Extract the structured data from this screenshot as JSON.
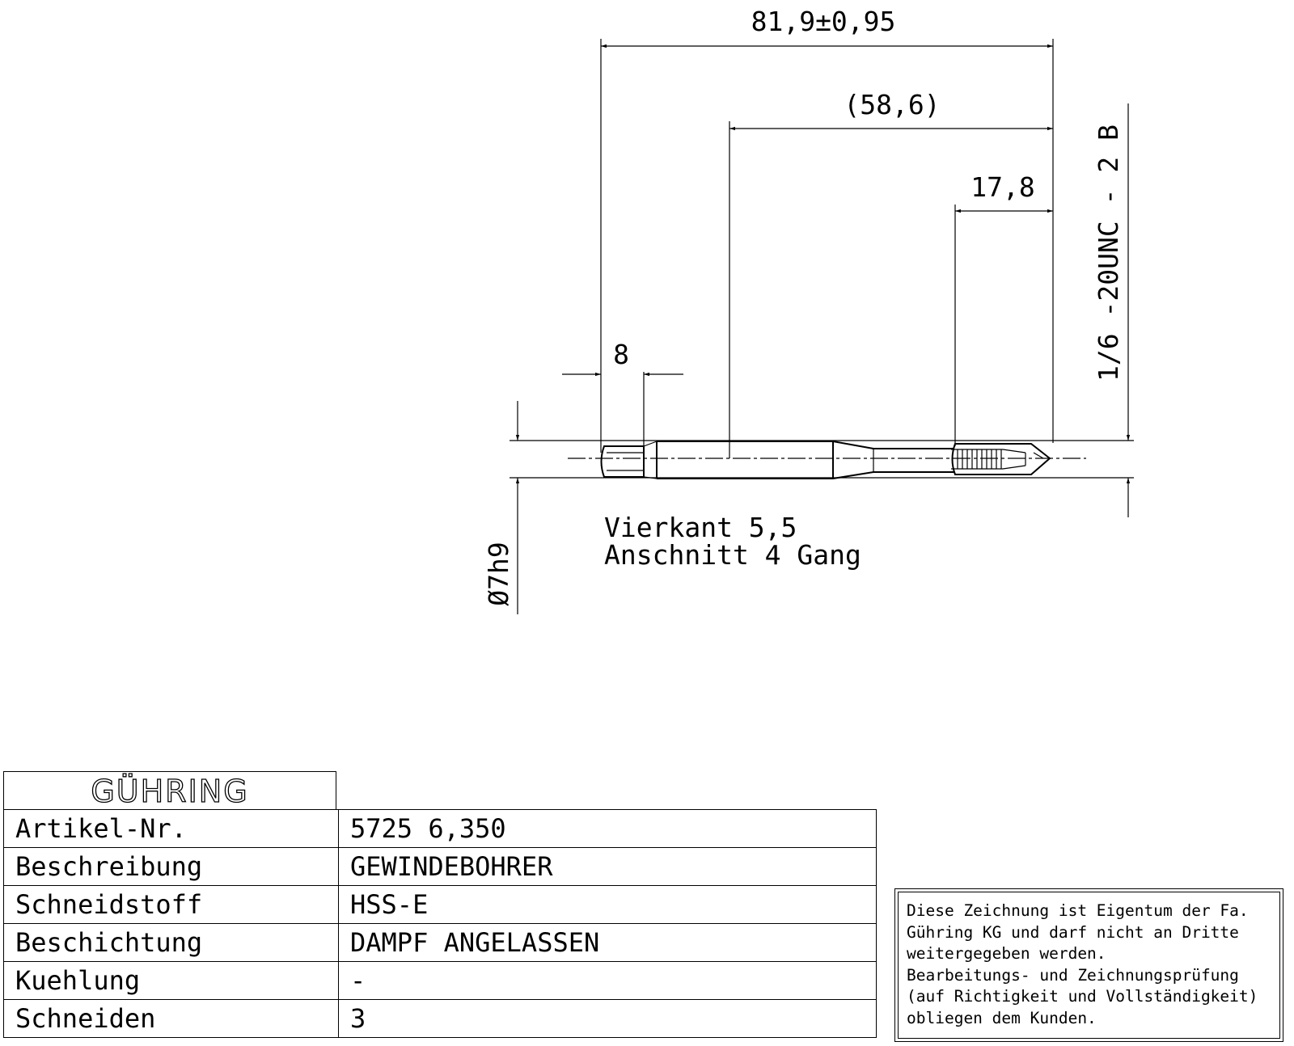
{
  "dimensions": {
    "overall_length": "81,9±0,95",
    "shank_length": "(58,6)",
    "thread_length": "17,8",
    "square_length": "8",
    "shank_diameter": "Ø7h9",
    "thread_spec": "1/6 -20UNC - 2 B"
  },
  "notes": {
    "square": "Vierkant 5,5",
    "chamfer": "Anschnitt 4 Gang"
  },
  "title_block": {
    "logo": "GÜHRING",
    "rows": [
      {
        "label": "Artikel-Nr.",
        "value": "5725 6,350"
      },
      {
        "label": "Beschreibung",
        "value": "GEWINDEBOHRER"
      },
      {
        "label": "Schneidstoff",
        "value": "HSS-E"
      },
      {
        "label": "Beschichtung",
        "value": "DAMPF ANGELASSEN"
      },
      {
        "label": "Kuehlung",
        "value": "-"
      },
      {
        "label": "Schneiden",
        "value": "3"
      }
    ]
  },
  "notice": {
    "lines": [
      "Diese Zeichnung ist Eigentum der Fa.",
      "Gühring KG und darf nicht an Dritte",
      "weitergegeben werden.",
      "Bearbeitungs- und Zeichnungsprüfung",
      "(auf Richtigkeit und Vollständigkeit)",
      "obliegen dem Kunden."
    ]
  }
}
